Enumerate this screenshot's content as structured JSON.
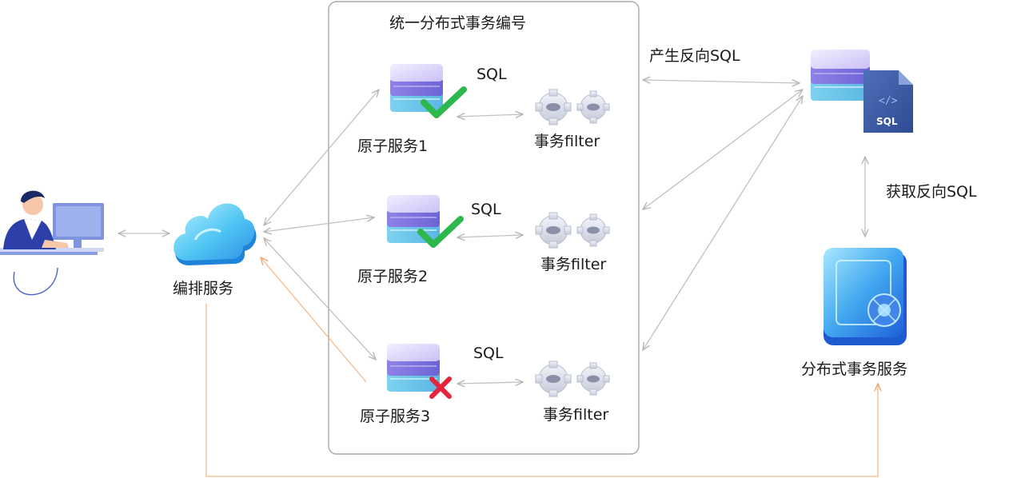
{
  "container": {
    "title": "统一分布式事务编号"
  },
  "services": [
    {
      "name": "原子服务1",
      "sql": "SQL",
      "filter": "事务filter",
      "status": "success"
    },
    {
      "name": "原子服务2",
      "sql": "SQL",
      "filter": "事务filter",
      "status": "success"
    },
    {
      "name": "原子服务3",
      "sql": "SQL",
      "filter": "事务filter",
      "status": "failed"
    }
  ],
  "orchestrator": {
    "label": "编排服务"
  },
  "reverse_sql": {
    "produce_label": "产生反向SQL",
    "fetch_label": "获取反向SQL",
    "badge": "SQL"
  },
  "dts": {
    "label": "分布式事务服务"
  },
  "colors": {
    "arrow": "#c0c0c0",
    "feedback": "#f5b98a",
    "check": "#2db84d",
    "cross": "#e5233b",
    "container_border": "#a8a8a8"
  }
}
